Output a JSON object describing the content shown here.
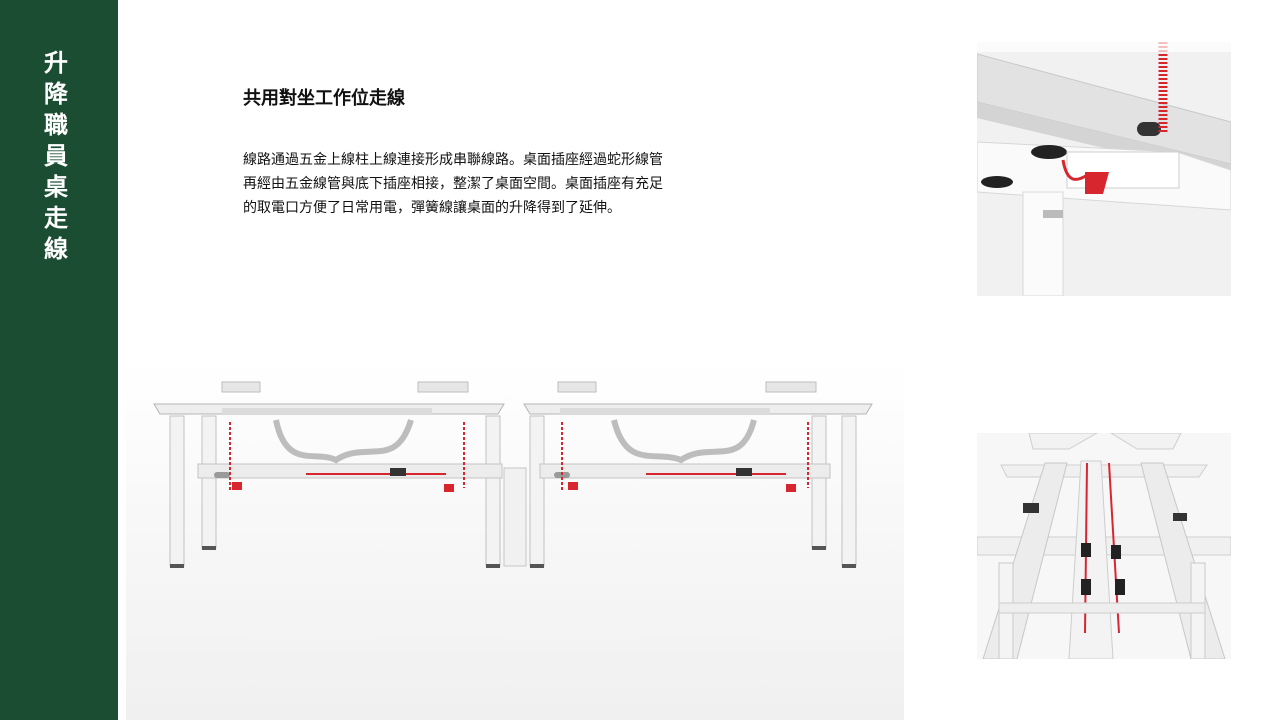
{
  "sidebar": {
    "title_chars": [
      "升",
      "降",
      "職",
      "員",
      "桌",
      "走",
      "線"
    ],
    "color": "#1b4d33"
  },
  "section": {
    "heading": "共用對坐工作位走線",
    "paragraph_lines": [
      "線路通過五金上線柱上線連接形成串聯線路。桌面插座經過蛇形線管",
      "再經由五金線管與底下插座相接，整潔了桌面空間。桌面插座有充足",
      "的取電口方便了日常用電，彈簧線讓桌面的升降得到了延伸。"
    ]
  },
  "colors": {
    "accent_red": "#d8262e",
    "frame_white": "#f2f2f2",
    "page_bg": "#ffffff"
  }
}
